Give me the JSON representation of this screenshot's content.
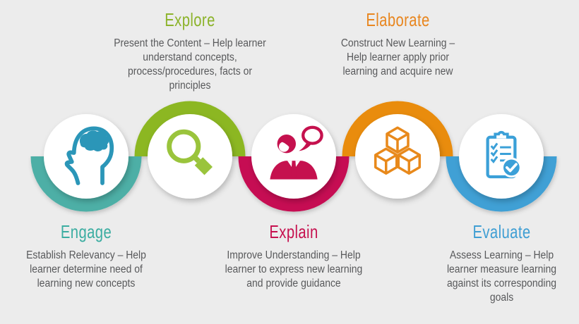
{
  "background": "#ECECEC",
  "text_color": "#58595B",
  "stages": [
    {
      "id": "engage",
      "title": "Engage",
      "description": "Establish Relevancy – Help learner determine need of learning new concepts",
      "label_position": "bottom",
      "icon": "head-brain-icon",
      "colors": {
        "ring": "#4DAFA6",
        "heading": "#3BADA1",
        "icon": "#2B96B8"
      }
    },
    {
      "id": "explore",
      "title": "Explore",
      "description": "Present the Content – Help learner understand concepts, process/procedures, facts or principles",
      "label_position": "top",
      "icon": "magnifier-icon",
      "colors": {
        "ring": "#8CB724",
        "heading": "#8CB32B",
        "icon": "#9AC43C"
      }
    },
    {
      "id": "explain",
      "title": "Explain",
      "description": "Improve Understanding – Help learner to express new learning and provide guidance",
      "label_position": "bottom",
      "icon": "person-chat-icon",
      "colors": {
        "ring": "#C60F52",
        "heading": "#C6114F",
        "icon": "#C5114E"
      }
    },
    {
      "id": "elaborate",
      "title": "Elaborate",
      "description": "Construct New Learning – Help learner apply prior learning and acquire new",
      "label_position": "top",
      "icon": "cubes-icon",
      "colors": {
        "ring": "#E98C10",
        "heading": "#E8861F",
        "icon": "#E8891B"
      }
    },
    {
      "id": "evaluate",
      "title": "Evaluate",
      "description": "Assess Learning – Help learner measure learning against its corresponding goals",
      "label_position": "bottom",
      "icon": "clipboard-check-icon",
      "colors": {
        "ring": "#3FA0D5",
        "heading": "#3F9ED3",
        "icon": "#3BA0D8"
      }
    }
  ]
}
